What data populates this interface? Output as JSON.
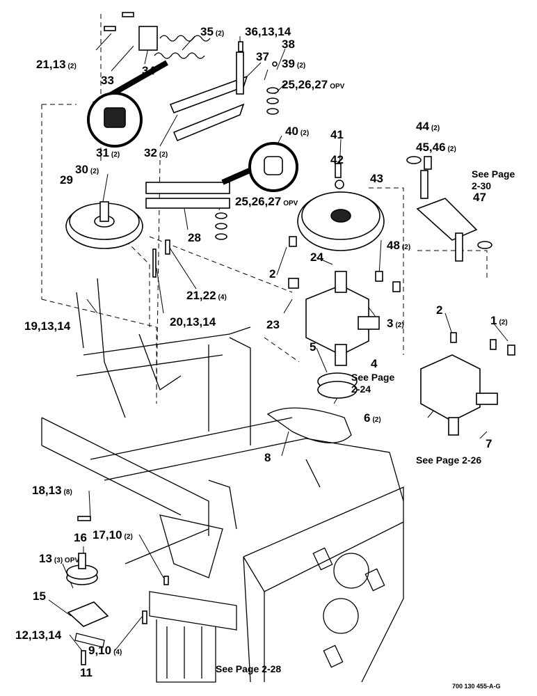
{
  "callouts": [
    {
      "id": "c1",
      "main": "21,13",
      "qty": "(2)"
    },
    {
      "id": "c2",
      "main": "33",
      "qty": ""
    },
    {
      "id": "c3",
      "main": "34",
      "qty": ""
    },
    {
      "id": "c4",
      "main": "35",
      "qty": "(2)"
    },
    {
      "id": "c5",
      "main": "36,13,14",
      "qty": ""
    },
    {
      "id": "c6",
      "main": "37",
      "qty": ""
    },
    {
      "id": "c7",
      "main": "38",
      "qty": ""
    },
    {
      "id": "c8",
      "main": "39",
      "qty": "(2)"
    },
    {
      "id": "c9",
      "main": "25,26,27",
      "qty": "OPV"
    },
    {
      "id": "c10",
      "main": "31",
      "qty": "(2)"
    },
    {
      "id": "c11",
      "main": "32",
      "qty": "(2)"
    },
    {
      "id": "c12",
      "main": "40",
      "qty": "(2)"
    },
    {
      "id": "c13",
      "main": "41",
      "qty": ""
    },
    {
      "id": "c14",
      "main": "42",
      "qty": ""
    },
    {
      "id": "c15",
      "main": "43",
      "qty": ""
    },
    {
      "id": "c16",
      "main": "44",
      "qty": "(2)"
    },
    {
      "id": "c17",
      "main": "45,46",
      "qty": "(2)"
    },
    {
      "id": "c18",
      "main": "47",
      "qty": ""
    },
    {
      "id": "c19",
      "main": "30",
      "qty": "(2)"
    },
    {
      "id": "c20",
      "main": "29",
      "qty": ""
    },
    {
      "id": "c21",
      "main": "25,26,27",
      "qty": "OPV"
    },
    {
      "id": "c22",
      "main": "28",
      "qty": ""
    },
    {
      "id": "c23",
      "main": "48",
      "qty": "(2)"
    },
    {
      "id": "c24",
      "main": "2",
      "qty": ""
    },
    {
      "id": "c25",
      "main": "24",
      "qty": ""
    },
    {
      "id": "c26",
      "main": "21,22",
      "qty": "(4)"
    },
    {
      "id": "c27",
      "main": "19,13,14",
      "qty": ""
    },
    {
      "id": "c28",
      "main": "20,13,14",
      "qty": ""
    },
    {
      "id": "c29",
      "main": "23",
      "qty": ""
    },
    {
      "id": "c30",
      "main": "3",
      "qty": "(2)"
    },
    {
      "id": "c31",
      "main": "2",
      "qty": ""
    },
    {
      "id": "c32",
      "main": "1",
      "qty": "(2)"
    },
    {
      "id": "c33",
      "main": "5",
      "qty": ""
    },
    {
      "id": "c34",
      "main": "4",
      "qty": ""
    },
    {
      "id": "c35",
      "main": "6",
      "qty": "(2)"
    },
    {
      "id": "c36",
      "main": "7",
      "qty": ""
    },
    {
      "id": "c37",
      "main": "8",
      "qty": ""
    },
    {
      "id": "c38",
      "main": "18,13",
      "qty": "(8)"
    },
    {
      "id": "c39",
      "main": "16",
      "qty": ""
    },
    {
      "id": "c40",
      "main": "17,10",
      "qty": "(2)"
    },
    {
      "id": "c41",
      "main": "13",
      "qty": "(3) OPV"
    },
    {
      "id": "c42",
      "main": "15",
      "qty": ""
    },
    {
      "id": "c43",
      "main": "12,13,14",
      "qty": ""
    },
    {
      "id": "c44",
      "main": "9,10",
      "qty": "(4)"
    },
    {
      "id": "c45",
      "main": "11",
      "qty": ""
    }
  ],
  "page_refs": {
    "ref_230": [
      "See Page",
      "2-30"
    ],
    "ref_224": [
      "See Page",
      "2-24"
    ],
    "ref_226": "See Page 2-26",
    "ref_228": "See Page 2-28"
  },
  "figure_number": "700 130 455-A-G"
}
